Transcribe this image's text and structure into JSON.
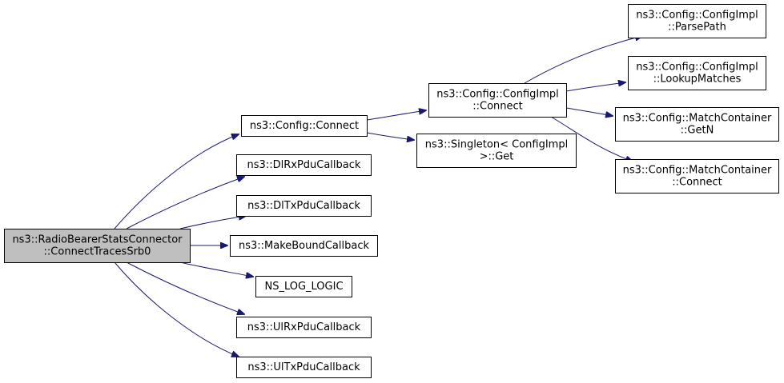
{
  "diagram": {
    "type": "call-graph",
    "colors": {
      "edge": "#191970",
      "root_fill": "#bfbfbf",
      "node_fill": "#ffffff",
      "border": "#000000"
    },
    "nodes": [
      {
        "id": "root",
        "lines": [
          "ns3::RadioBearerStatsConnector",
          "::ConnectTracesSrb0"
        ]
      },
      {
        "id": "config-connect",
        "lines": [
          "ns3::Config::Connect"
        ]
      },
      {
        "id": "dlrx",
        "lines": [
          "ns3::DlRxPduCallback"
        ]
      },
      {
        "id": "dltx",
        "lines": [
          "ns3::DlTxPduCallback"
        ]
      },
      {
        "id": "makebound",
        "lines": [
          "ns3::MakeBoundCallback"
        ]
      },
      {
        "id": "nslog",
        "lines": [
          "NS_LOG_LOGIC"
        ]
      },
      {
        "id": "ulrx",
        "lines": [
          "ns3::UlRxPduCallback"
        ]
      },
      {
        "id": "ultx",
        "lines": [
          "ns3::UlTxPduCallback"
        ]
      },
      {
        "id": "impl-connect",
        "lines": [
          "ns3::Config::ConfigImpl",
          "::Connect"
        ]
      },
      {
        "id": "singleton-get",
        "lines": [
          "ns3::Singleton< ConfigImpl",
          ">::Get"
        ]
      },
      {
        "id": "parsepath",
        "lines": [
          "ns3::Config::ConfigImpl",
          "::ParsePath"
        ]
      },
      {
        "id": "lookup",
        "lines": [
          "ns3::Config::ConfigImpl",
          "::LookupMatches"
        ]
      },
      {
        "id": "getn",
        "lines": [
          "ns3::Config::MatchContainer",
          "::GetN"
        ]
      },
      {
        "id": "mc-connect",
        "lines": [
          "ns3::Config::MatchContainer",
          "::Connect"
        ]
      }
    ],
    "edges": [
      {
        "from": "root",
        "to": "config-connect"
      },
      {
        "from": "root",
        "to": "dlrx"
      },
      {
        "from": "root",
        "to": "dltx"
      },
      {
        "from": "root",
        "to": "makebound"
      },
      {
        "from": "root",
        "to": "nslog"
      },
      {
        "from": "root",
        "to": "ulrx"
      },
      {
        "from": "root",
        "to": "ultx"
      },
      {
        "from": "config-connect",
        "to": "impl-connect"
      },
      {
        "from": "config-connect",
        "to": "singleton-get"
      },
      {
        "from": "impl-connect",
        "to": "parsepath"
      },
      {
        "from": "impl-connect",
        "to": "lookup"
      },
      {
        "from": "impl-connect",
        "to": "getn"
      },
      {
        "from": "impl-connect",
        "to": "mc-connect"
      }
    ]
  }
}
